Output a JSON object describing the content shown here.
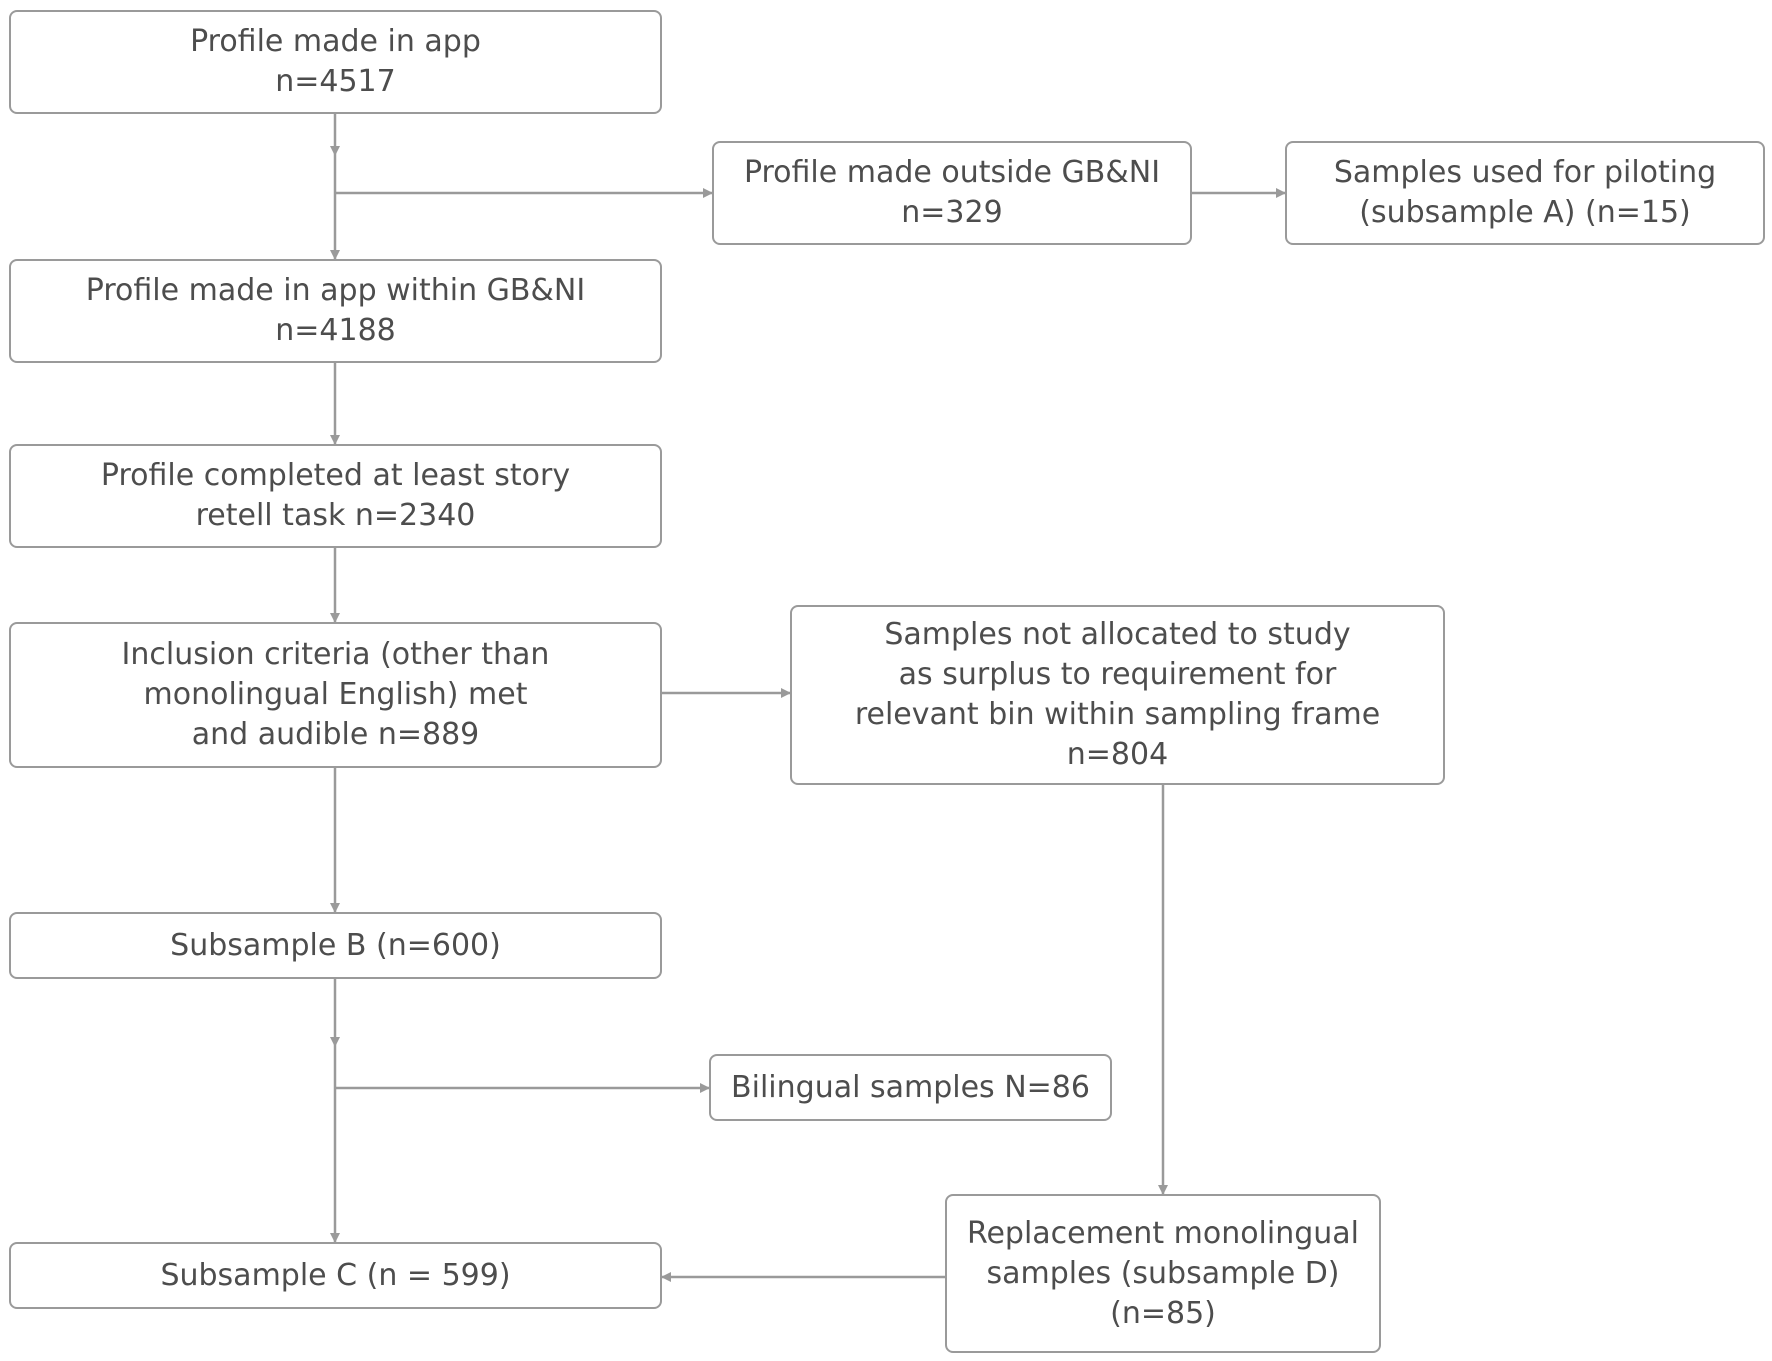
{
  "diagram": {
    "boxes": [
      {
        "id": "profile-app",
        "lines": [
          "Profile made in app",
          "n=4517"
        ]
      },
      {
        "id": "outside-gbni",
        "lines": [
          "Profile made outside GB&NI",
          "n=329"
        ]
      },
      {
        "id": "piloting",
        "lines": [
          "Samples used for piloting",
          "(subsample A) (n=15)"
        ]
      },
      {
        "id": "within-gbni",
        "lines": [
          "Profile made in app within GB&NI",
          "n=4188"
        ]
      },
      {
        "id": "story-retell",
        "lines": [
          "Profile completed at least story",
          "retell task n=2340"
        ]
      },
      {
        "id": "inclusion",
        "lines": [
          "Inclusion criteria (other than",
          "monolingual English) met",
          "and audible n=889"
        ]
      },
      {
        "id": "not-allocated",
        "lines": [
          "Samples not allocated to study",
          "as surplus to requirement for",
          "relevant bin within sampling frame",
          "n=804"
        ]
      },
      {
        "id": "subsample-b",
        "lines": [
          "Subsample B (n=600)"
        ]
      },
      {
        "id": "bilingual",
        "lines": [
          "Bilingual samples N=86"
        ]
      },
      {
        "id": "replacement",
        "lines": [
          "Replacement monolingual",
          "samples (subsample D)",
          "(n=85)"
        ]
      },
      {
        "id": "subsample-c",
        "lines": [
          "Subsample C (n = 599)"
        ]
      }
    ],
    "colors": {
      "line": "#9a9a9a",
      "text": "#4d4d4d",
      "background": "#ffffff"
    }
  }
}
